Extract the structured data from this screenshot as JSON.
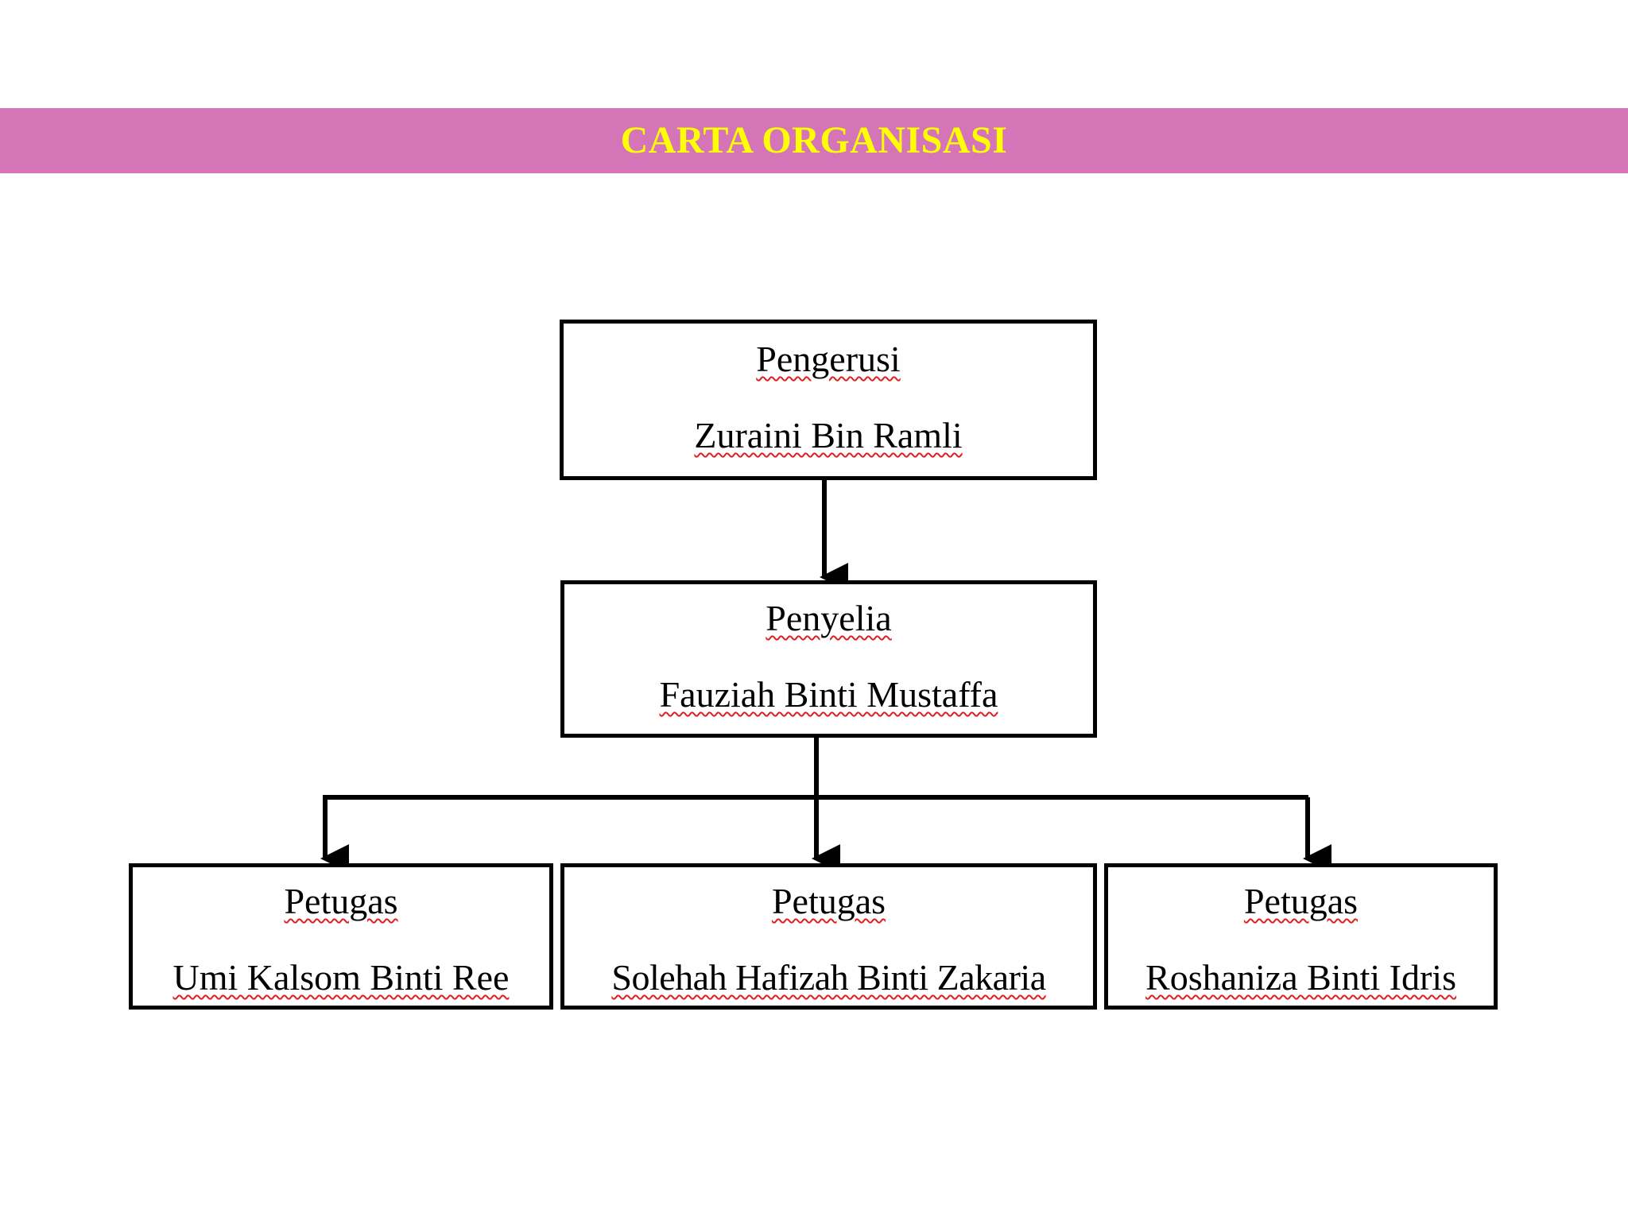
{
  "header": {
    "title": "CARTA ORGANISASI",
    "banner_color": "#d674b8",
    "title_color": "#ffff00"
  },
  "org_chart": {
    "chairman": {
      "role": "Pengerusi",
      "name": "Zuraini Bin Ramli"
    },
    "supervisor": {
      "role": "Penyelia",
      "name": "Fauziah Binti Mustaffa"
    },
    "officers": [
      {
        "role": "Petugas",
        "name": "Umi Kalsom Binti Ree"
      },
      {
        "role": "Petugas",
        "name": "Solehah Hafizah Binti Zakaria"
      },
      {
        "role": "Petugas",
        "name": "Roshaniza Binti Idris"
      }
    ],
    "box_border_color": "#000000",
    "connector_color": "#000000",
    "spellcheck_underline_color": "#e02020"
  }
}
